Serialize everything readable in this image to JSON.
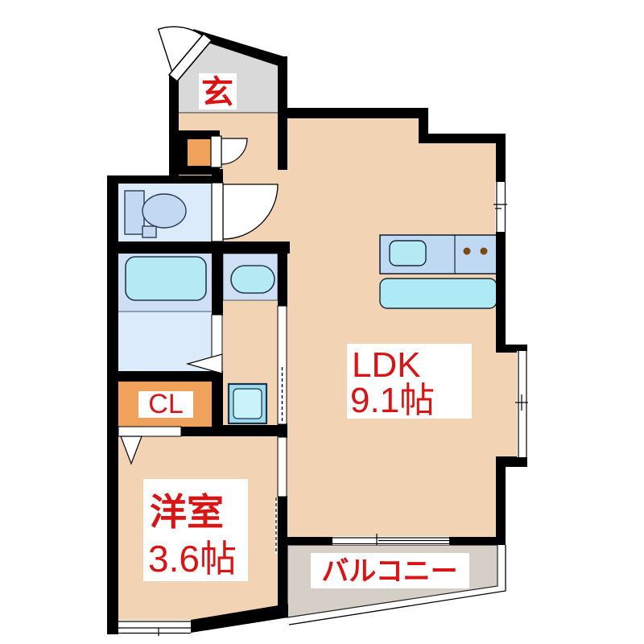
{
  "page": {
    "type": "apartment-floor-plan",
    "background": "#ffffff"
  },
  "palette": {
    "wall": "#000000",
    "floor_main": "#f2d3b4",
    "floor_entrance": "#d9d9d9",
    "floor_wet_light": "#dcebfa",
    "floor_wet_dark": "#cfdff4",
    "floor_closet": "#f0a25c",
    "floor_balcony": "#d6cfc8",
    "fixture_cyan": "#b5eaf2",
    "fixture_blue": "#c3d9f1",
    "kitchen_counter": "#c0d9f3",
    "counter_cyan": "#aeeaf5",
    "washer_fill": "#9edceb",
    "washer_inner": "#c9f2fa",
    "stove_dot": "#7b4a12",
    "label_bg": "#ffffff",
    "label_text": "#d91414"
  },
  "labels": {
    "entrance": "玄",
    "ldk_name": "LDK",
    "ldk_size": "9.1帖",
    "western_room_name": "洋室",
    "western_room_size": "3.6帖",
    "closet": "CL",
    "balcony": "バルコニー"
  },
  "fixtures": [
    "entry-door",
    "shoe-cabinet",
    "toilet",
    "bathtub",
    "washbasin",
    "washing-machine",
    "kitchen-sink",
    "gas-stove",
    "kitchen-counter",
    "sliding-door",
    "folding-door",
    "window"
  ]
}
